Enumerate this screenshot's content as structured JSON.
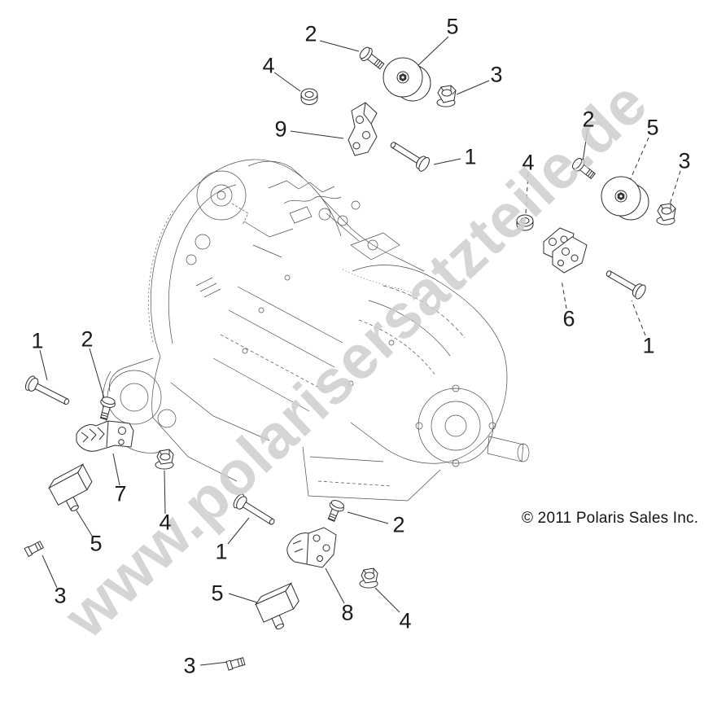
{
  "diagram": {
    "watermark": "www.polarisersatzteile.de",
    "copyright": "© 2011 Polaris Sales Inc."
  },
  "callouts": [
    {
      "id": "top-2",
      "n": "2"
    },
    {
      "id": "top-5",
      "n": "5"
    },
    {
      "id": "top-4",
      "n": "4"
    },
    {
      "id": "top-3",
      "n": "3"
    },
    {
      "id": "top-9",
      "n": "9"
    },
    {
      "id": "top-1",
      "n": "1"
    },
    {
      "id": "right-2",
      "n": "2"
    },
    {
      "id": "right-5",
      "n": "5"
    },
    {
      "id": "right-4",
      "n": "4"
    },
    {
      "id": "right-3",
      "n": "3"
    },
    {
      "id": "right-6",
      "n": "6"
    },
    {
      "id": "right-1",
      "n": "1"
    },
    {
      "id": "left-1",
      "n": "1"
    },
    {
      "id": "left-2",
      "n": "2"
    },
    {
      "id": "left-7",
      "n": "7"
    },
    {
      "id": "left-4",
      "n": "4"
    },
    {
      "id": "left-5",
      "n": "5"
    },
    {
      "id": "left-3",
      "n": "3"
    },
    {
      "id": "bottom-1",
      "n": "1"
    },
    {
      "id": "bottom-2",
      "n": "2"
    },
    {
      "id": "bottom-8",
      "n": "8"
    },
    {
      "id": "bottom-4",
      "n": "4"
    },
    {
      "id": "bottom-5",
      "n": "5"
    },
    {
      "id": "bottom-3",
      "n": "3"
    }
  ]
}
